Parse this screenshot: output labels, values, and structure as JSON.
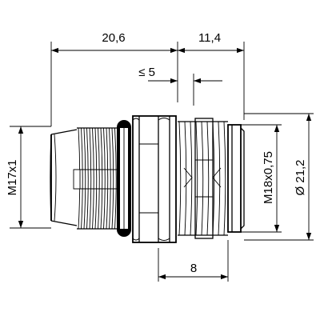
{
  "dimensions": {
    "width_total": "20,6",
    "width_front": "11,4",
    "max_front": "≤ 5",
    "thread_front": "M18x0,75",
    "diameter": "Ø 21,2",
    "thread_rear": "M17x1",
    "flange_width": "8"
  }
}
